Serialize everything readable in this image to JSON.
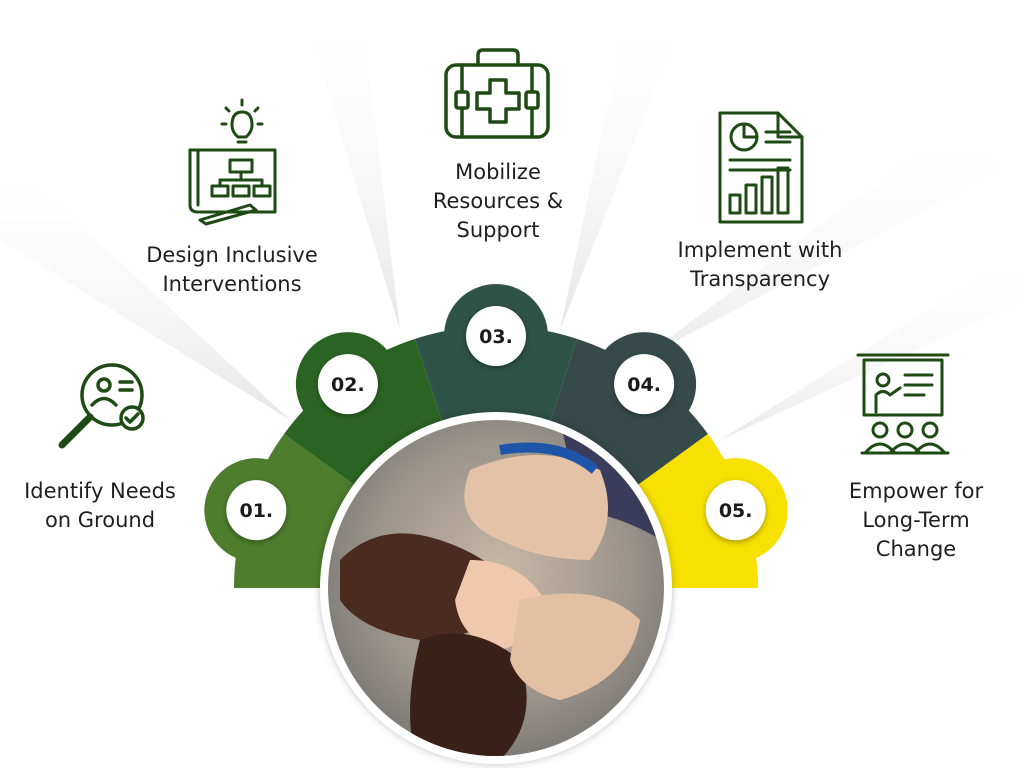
{
  "colors": {
    "step1": "#4e7d2d",
    "step2": "#2a6422",
    "step3": "#2f5347",
    "step4": "#364a4a",
    "step5": "#f6e103",
    "icon": "#1e4a14",
    "text": "#1f1f1f",
    "badge": "#ffffff"
  },
  "photo": {
    "description_icon": "holding-hands-photo"
  },
  "steps": [
    {
      "number": "01.",
      "label": "Identify Needs\non Ground",
      "icon": "magnifier-profile-check-icon"
    },
    {
      "number": "02.",
      "label": "Design Inclusive\nInterventions",
      "icon": "blueprint-lightbulb-icon"
    },
    {
      "number": "03.",
      "label": "Mobilize\nResources &\nSupport",
      "icon": "first-aid-kit-icon"
    },
    {
      "number": "04.",
      "label": "Implement with\nTransparency",
      "icon": "report-chart-icon"
    },
    {
      "number": "05.",
      "label": "Empower for\nLong-Term\nChange",
      "icon": "presentation-audience-icon"
    }
  ]
}
